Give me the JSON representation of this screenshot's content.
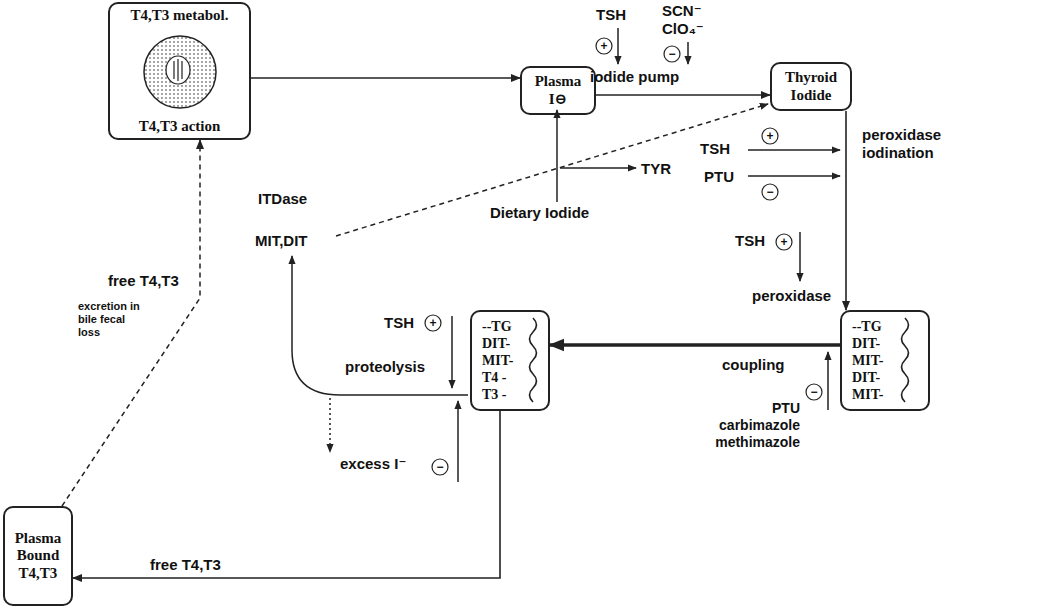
{
  "diagram": {
    "nodes": [
      {
        "text": [
          "T4,T3 metabol.",
          "T4,T3 action"
        ]
      },
      {
        "text": [
          "Plasma I⊖"
        ]
      },
      {
        "text": [
          "Thyroid Iodide"
        ]
      },
      {
        "text": [
          "--TG",
          "DIT-",
          "MIT-",
          "DIT-",
          "MIT-"
        ]
      },
      {
        "text": [
          "--TG",
          "DIT-",
          "MIT-",
          "T4 -",
          "T3 -"
        ]
      },
      {
        "text": [
          "Plasma Bound T4,T3"
        ]
      }
    ],
    "edges": [
      {
        "from": 0,
        "to": 1,
        "arrow": "to"
      },
      {
        "from": 1,
        "to": 2,
        "label": "iodide pump",
        "arrow": "to"
      },
      {
        "from": 2,
        "to": 3,
        "label": "peroxidase iodination",
        "arrow": "to"
      },
      {
        "from": 3,
        "to": 4,
        "label": "coupling",
        "arrow": "to"
      },
      {
        "from": 4,
        "to": 5,
        "label": "free T4,T3",
        "arrow": "to"
      },
      {
        "from": 5,
        "to": 0,
        "label": "free T4,T3",
        "arrow": "to"
      }
    ],
    "labels": [
      "TSH",
      "+",
      "SCN⁻",
      "ClO₄⁻",
      "−",
      "TSH",
      "+",
      "PTU",
      "−",
      "TSH",
      "+",
      "peroxidase",
      "PTU carbimazole methimazole",
      "−",
      "TSH",
      "+",
      "proteolysis",
      "excess I⁻",
      "−",
      "MIT,DIT",
      "ITDase",
      "TYR",
      "Dietary Iodide",
      "excretion in bile fecal loss"
    ]
  }
}
